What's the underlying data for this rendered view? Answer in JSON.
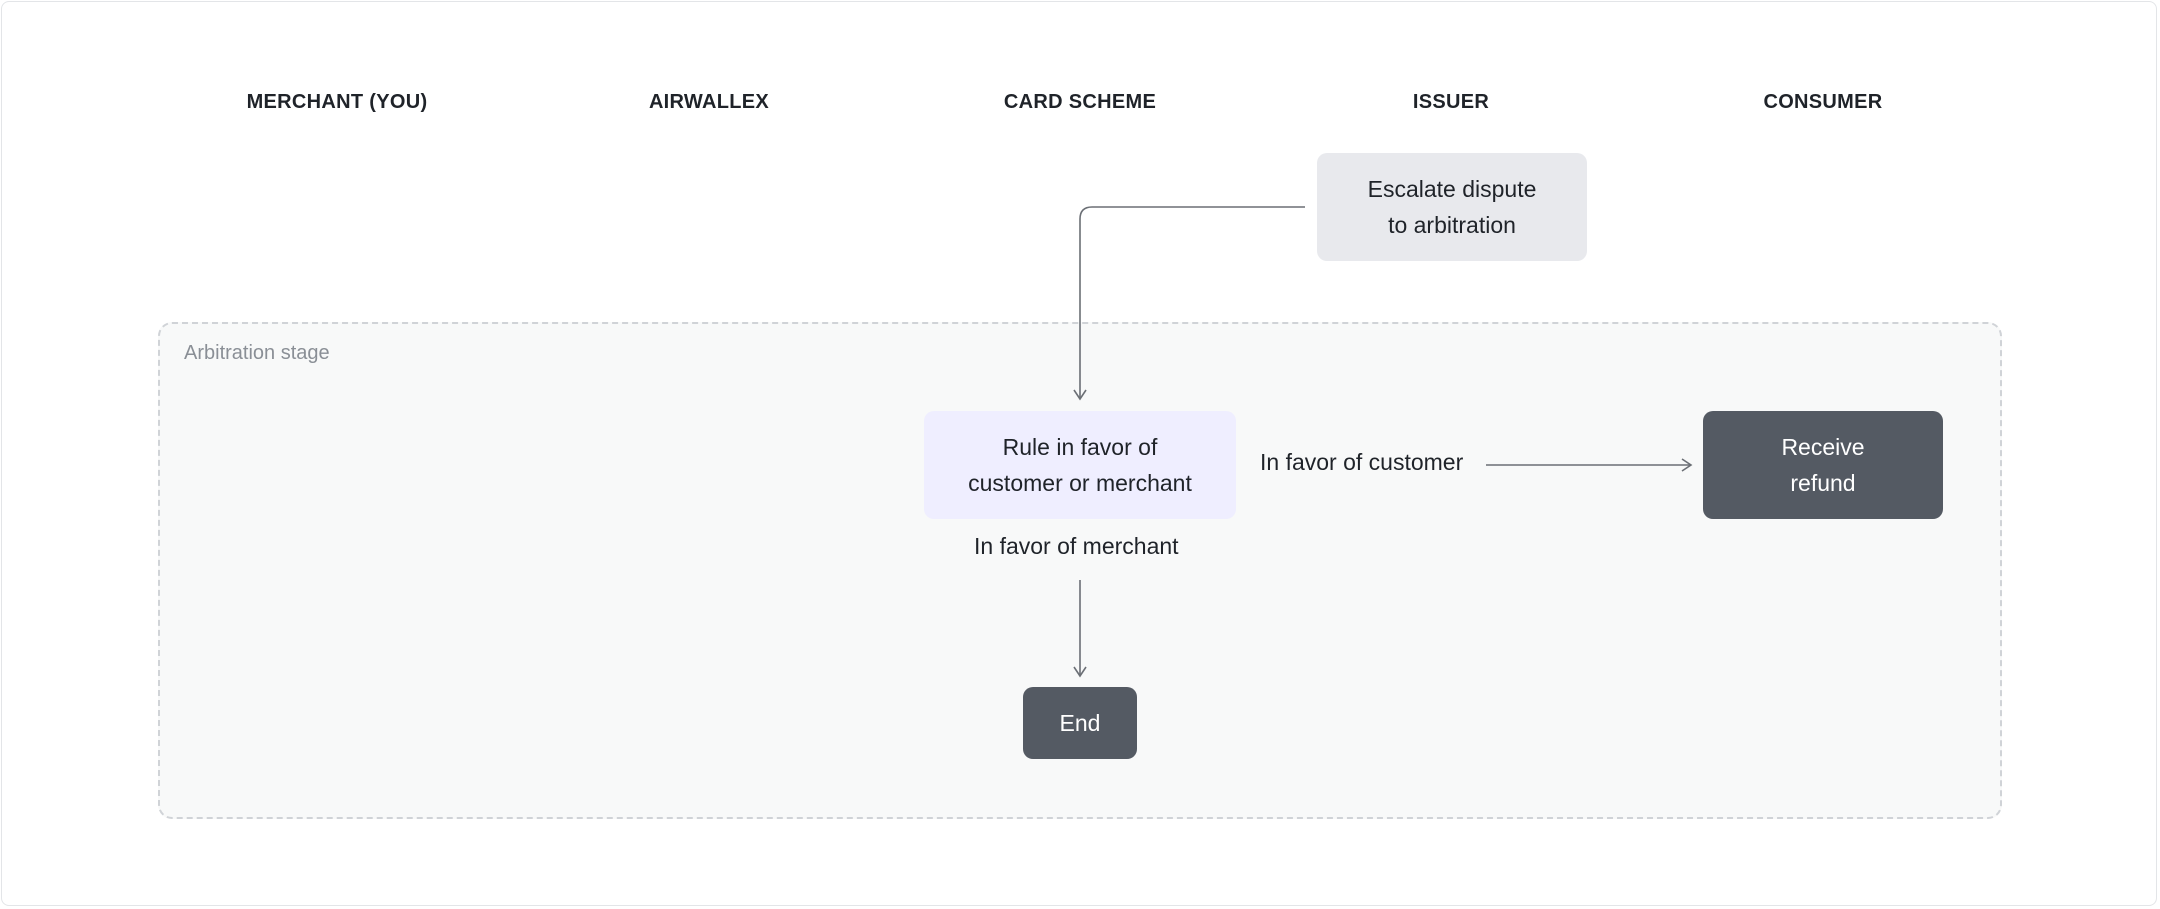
{
  "lanes": [
    "MERCHANT (YOU)",
    "AIRWALLEX",
    "CARD SCHEME",
    "ISSUER",
    "CONSUMER"
  ],
  "stage": {
    "label": "Arbitration stage"
  },
  "nodes": {
    "escalate": {
      "line1": "Escalate dispute",
      "line2": "to arbitration"
    },
    "rule": {
      "line1": "Rule in favor of",
      "line2": "customer or merchant"
    },
    "refund": {
      "line1": "Receive",
      "line2": "refund"
    },
    "end": {
      "label": "End"
    }
  },
  "edges": {
    "in_favor_customer": "In favor of customer",
    "in_favor_merchant": "In favor of merchant"
  },
  "colors": {
    "process_grey": "#e8e9ed",
    "decision_purple": "#efeeff",
    "terminal_dark": "#545a63",
    "connector": "#6b6f75"
  }
}
